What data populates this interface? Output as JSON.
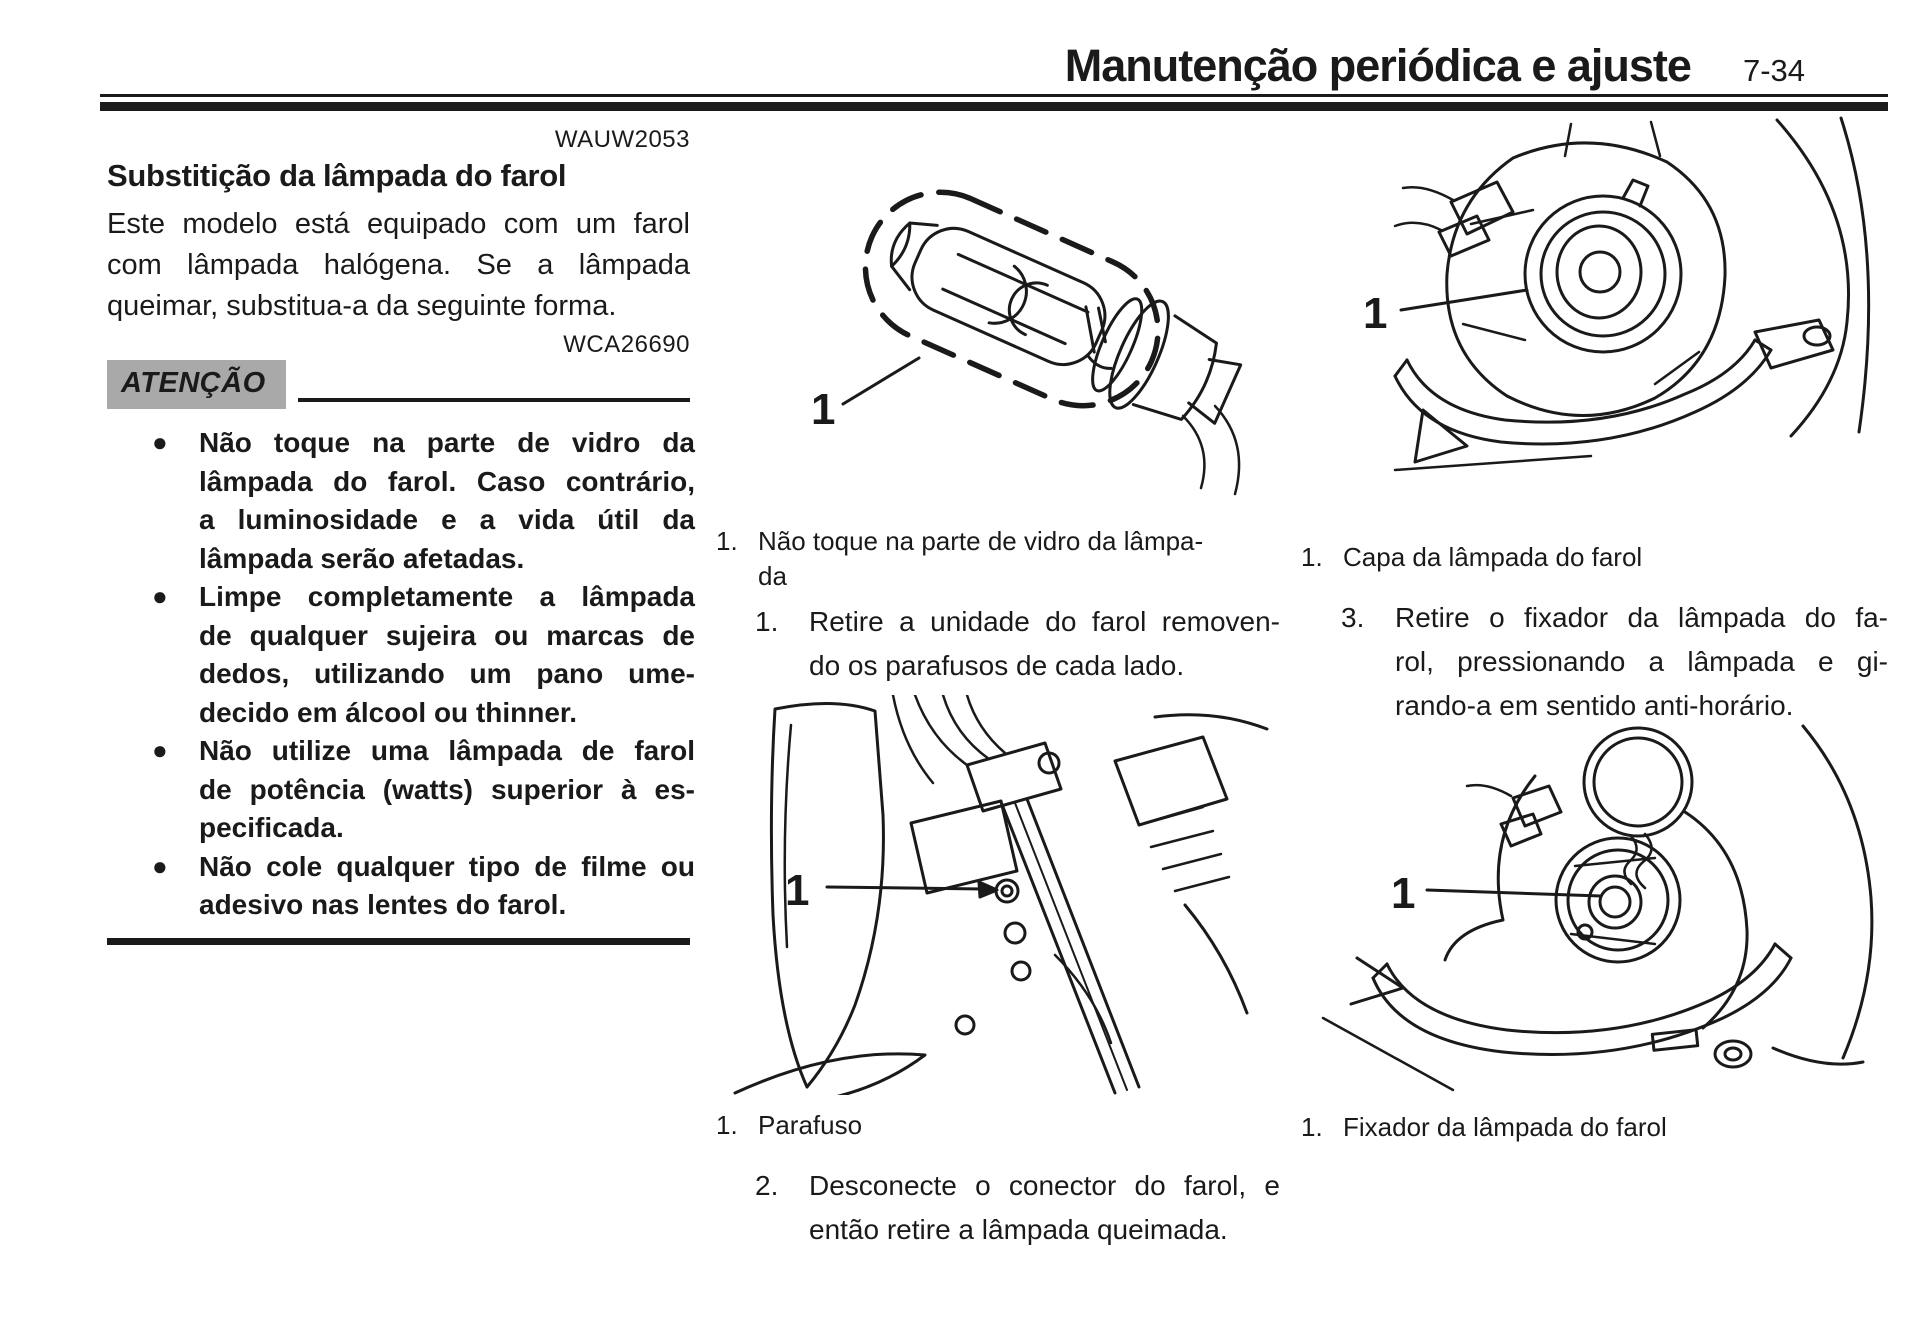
{
  "colors": {
    "ink": "#1a1a1a",
    "paper": "#ffffff",
    "warning_box_bg": "#a9a9a9"
  },
  "header": {
    "title": "Manutenção periódica e ajuste",
    "page_number": "7-34"
  },
  "left": {
    "code_top": "WAUW2053",
    "section_title": "Substitição da lâmpada do farol",
    "intro_lines": [
      "Este modelo está equipado com um farol",
      "com lâmpada halógena. Se a lâmpada",
      "queimar, substitua-a da seguinte forma."
    ],
    "code_mid": "WCA26690",
    "warning_label": "ATENÇÃO",
    "bullet_glyph": "●",
    "warnings": [
      {
        "lines": [
          "Não toque na parte de vidro da",
          "lâmpada do farol. Caso contrário,",
          "a luminosidade e a vida útil da",
          "lâmpada serão afetadas."
        ]
      },
      {
        "lines": [
          "Limpe completamente a lâmpada",
          "de qualquer sujeira ou marcas de",
          "dedos, utilizando um pano ume-",
          "decido em álcool ou thinner."
        ]
      },
      {
        "lines": [
          "Não utilize uma lâmpada de farol",
          "de potência (watts) superior à es-",
          "pecificada."
        ]
      },
      {
        "lines": [
          "Não cole qualquer tipo de filme ou",
          "adesivo nas lentes do farol."
        ]
      }
    ]
  },
  "middle": {
    "figure_bulb_label": "1",
    "caption_bulb": {
      "number": "1.",
      "lines": [
        "Não toque na parte de vidro da lâmpa-",
        "da"
      ]
    },
    "step1": {
      "number": "1.",
      "lines": [
        "Retire a unidade do farol removen-",
        "do os parafusos de cada lado."
      ]
    },
    "figure_moto_label": "1",
    "caption_screw": {
      "number": "1.",
      "line": "Parafuso"
    },
    "step2": {
      "number": "2.",
      "lines": [
        "Desconecte o conector do farol, e",
        "então retire a lâmpada queimada."
      ]
    }
  },
  "right": {
    "figure_cover_label": "1",
    "caption_cover": {
      "number": "1.",
      "line": "Capa da lâmpada do farol"
    },
    "step3": {
      "number": "3.",
      "lines": [
        "Retire o fixador da lâmpada do fa-",
        "rol, pressionando a lâmpada e gi-",
        "rando-a em sentido anti-horário."
      ]
    },
    "figure_holder_label": "1",
    "caption_holder": {
      "number": "1.",
      "line": "Fixador da lâmpada do farol"
    }
  }
}
